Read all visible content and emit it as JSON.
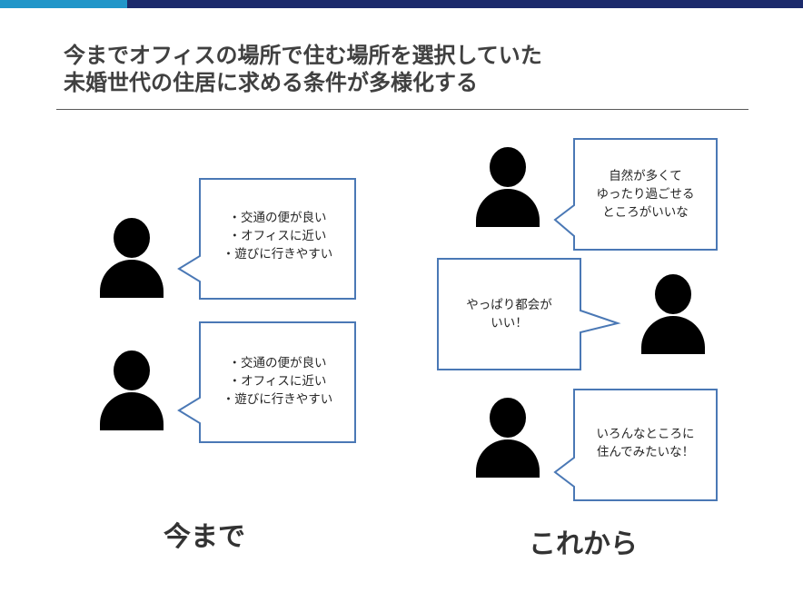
{
  "slide": {
    "title_line1": "今までオフィスの場所で住む場所を選択していた",
    "title_line2": "未婚世代の住居に求める条件が多様化する"
  },
  "left": {
    "caption": "今まで",
    "bubble1": "・交通の便が良い\n・オフィスに近い\n・遊びに行きやすい",
    "bubble2": "・交通の便が良い\n・オフィスに近い\n・遊びに行きやすい"
  },
  "right": {
    "caption": "これから",
    "bubble1": "自然が多くて\nゆったり過ごせる\nところがいいな",
    "bubble2": "やっぱり都会が\nいい！",
    "bubble3": "いろんなところに\n住んでみたいな！"
  },
  "colors": {
    "bubble_border": "#4a78b5",
    "accent_bar": "#2196c9",
    "main_bar": "#1b2a6b"
  }
}
